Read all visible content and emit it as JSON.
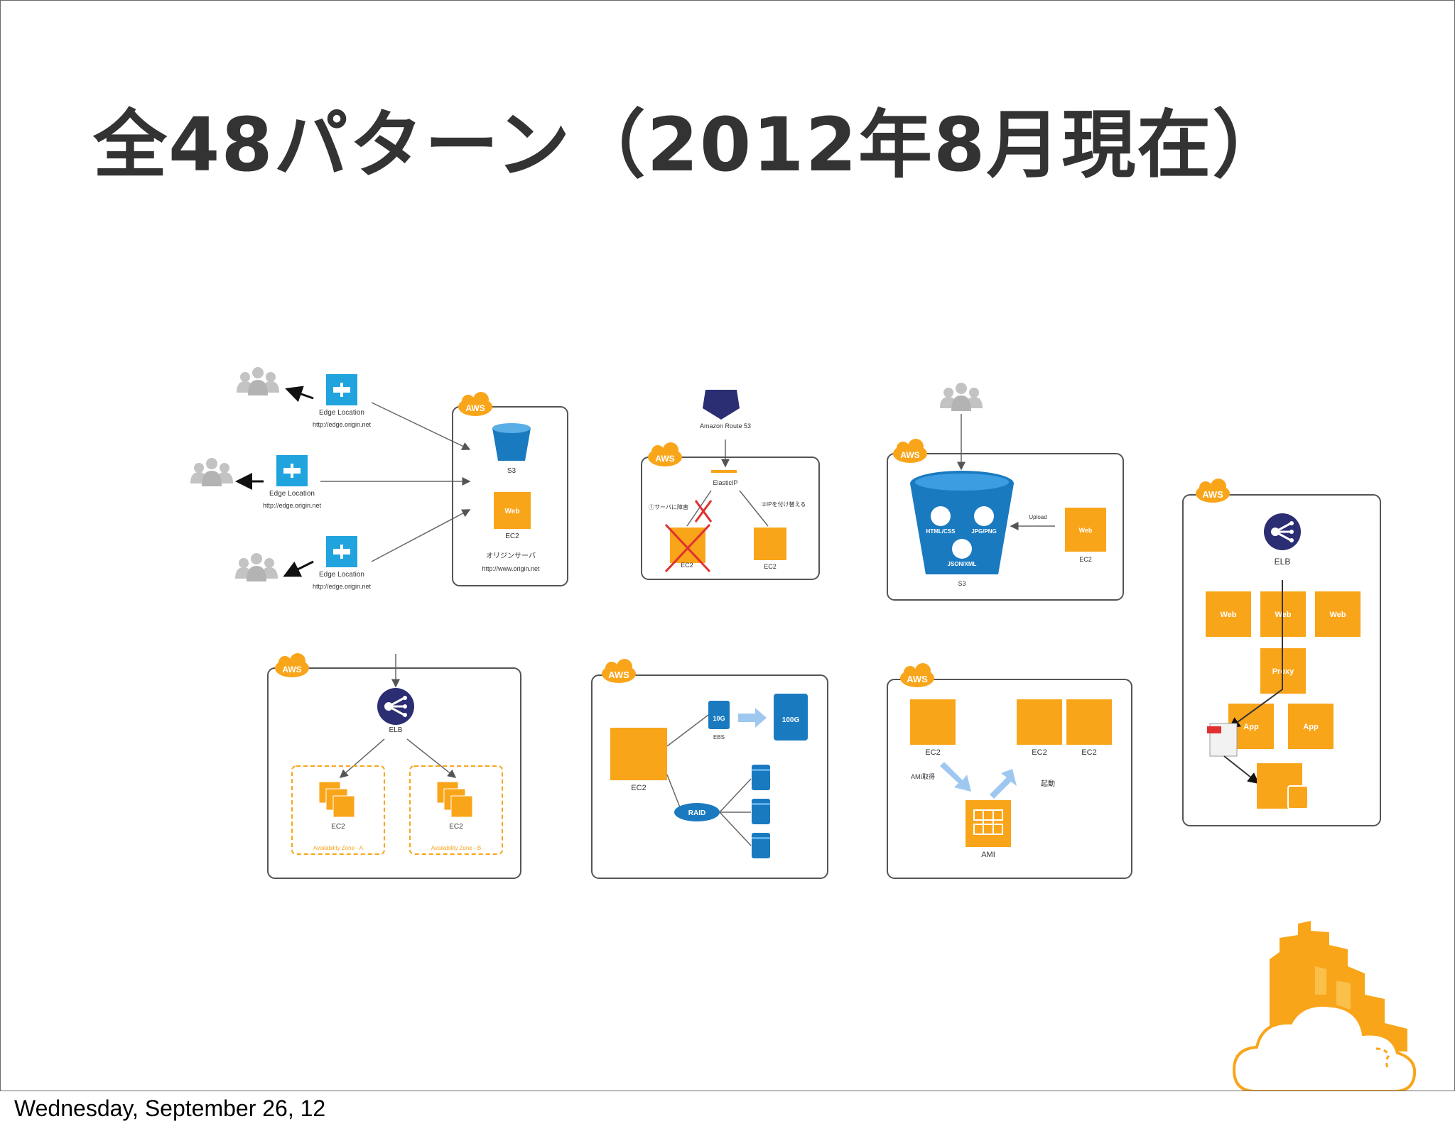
{
  "title": "全48パターン（2012年8月現在）",
  "footer": "Wednesday, September 26, 12",
  "colors": {
    "orange": "#f9a51a",
    "blue": "#1a7ac0",
    "navy": "#2b2e73",
    "gray": "#bcbcbc",
    "frame": "#555555"
  },
  "aws_label": "AWS",
  "p1": {
    "edge_label": "Edge Location",
    "edge_url": "http://edge.origin.net",
    "s3": "S3",
    "web": "Web",
    "ec2": "EC2",
    "origin_label": "オリジンサーバ",
    "origin_url": "http://www.origin.net"
  },
  "p2": {
    "route53": "Amazon Route 53",
    "eip": "ElasticIP",
    "fail_note": "①サーバに障害",
    "switch_note": "②IPを付け替える",
    "ec2": "EC2"
  },
  "p3": {
    "c1": "HTML/CSS",
    "c2": "JPG/PNG",
    "c3": "JSON/XML",
    "s3": "S3",
    "upload": "Upload",
    "web": "Web",
    "ec2": "EC2"
  },
  "p4": {
    "elb": "ELB",
    "web": "Web",
    "proxy": "Proxy",
    "app": "App"
  },
  "p5": {
    "elb": "ELB",
    "ec2": "EC2",
    "az_a": "Availability Zone - A",
    "az_b": "Availability Zone - B"
  },
  "p6": {
    "ec2": "EC2",
    "ebs": "EBS",
    "v10": "10G",
    "v100": "100G",
    "raid": "RAID"
  },
  "p7": {
    "ec2": "EC2",
    "ami": "AMI",
    "ami_get": "AMI取得",
    "launch": "起動"
  }
}
